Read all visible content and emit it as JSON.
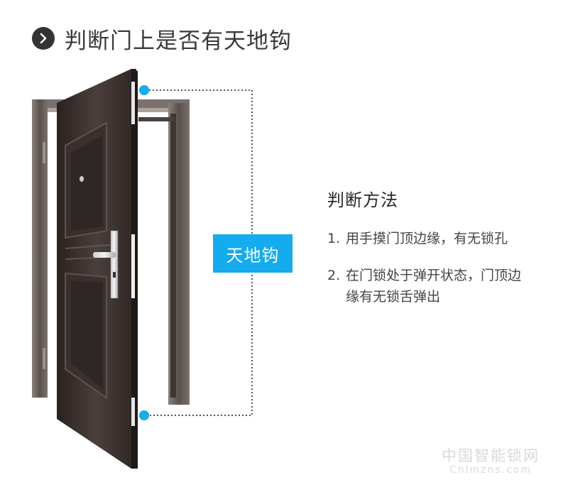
{
  "header": {
    "icon": "chevron-right-circle-icon",
    "title": "判断门上是否有天地钩"
  },
  "diagram": {
    "label": "天地钩",
    "colors": {
      "accent": "#14abef",
      "door": "#3b3230",
      "frame": "#6b625e",
      "dotted_line": "#555555"
    },
    "markers": [
      "top-hook-point",
      "bottom-hook-point"
    ]
  },
  "method": {
    "title": "判断方法",
    "steps": [
      {
        "num": "1.",
        "text": "用手摸门顶边缘，有无锁孔"
      },
      {
        "num": "2.",
        "text": "在门锁处于弹开状态，门顶边缘有无锁舌弹出"
      }
    ]
  },
  "watermark": {
    "cn": "中国智能锁网",
    "en": "Cnlmzns.com"
  }
}
